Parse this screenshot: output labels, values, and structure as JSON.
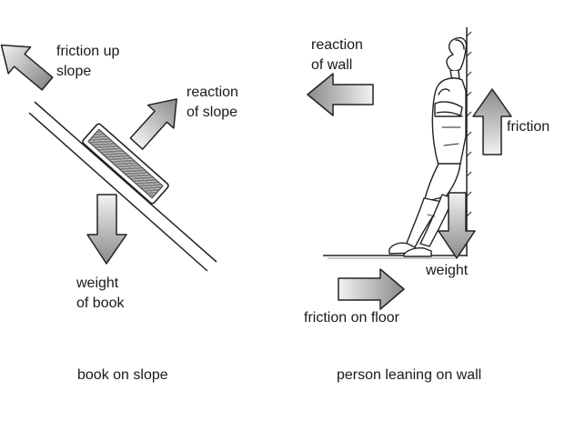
{
  "book_diagram": {
    "friction_label_line1": "friction up",
    "friction_label_line2": "slope",
    "reaction_label_line1": "reaction",
    "reaction_label_line2": "of slope",
    "weight_label_line1": "weight",
    "weight_label_line2": "of book",
    "caption": "book on slope"
  },
  "person_diagram": {
    "reaction_label_line1": "reaction",
    "reaction_label_line2": "of wall",
    "friction_label": "friction",
    "weight_label": "weight",
    "floor_friction_label": "friction on floor",
    "caption": "person leaning on wall"
  },
  "colors": {
    "arrow_light": "#f2f2f2",
    "arrow_dark": "#808080",
    "outline": "#222222",
    "text": "#1a1a1a"
  }
}
